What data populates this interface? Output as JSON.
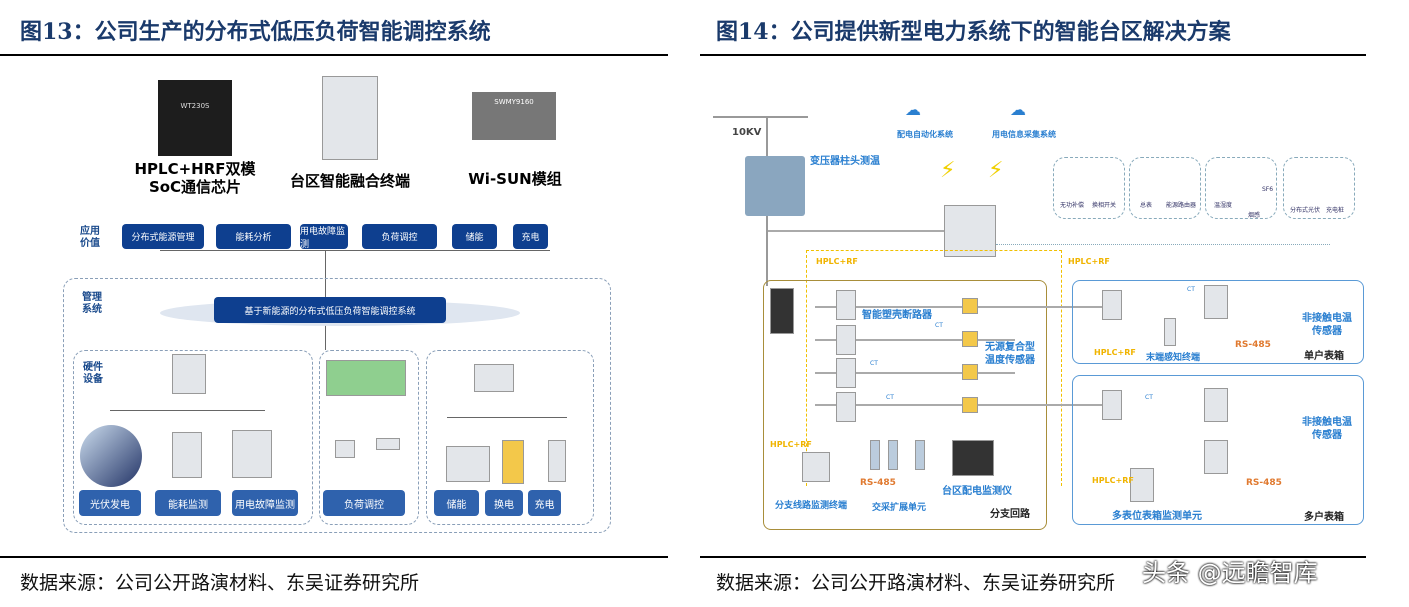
{
  "fig13": {
    "title": "图13：公司生产的分布式低压负荷智能调控系统",
    "products": [
      {
        "label1": "HPLC+HRF双模",
        "label2": "SoC通信芯片",
        "chip_text": "WT230S"
      },
      {
        "label1": "台区智能融合终端"
      },
      {
        "label1": "Wi-SUN模组",
        "chip_text": "SWMY9160"
      }
    ],
    "app_label": "应用\n价值",
    "app_items": [
      "分布式能源管理",
      "能耗分析",
      "用电故障监测",
      "负荷调控",
      "储能",
      "充电"
    ],
    "mgmt_label": "管理\n系统",
    "mgmt_system": "基于新能源的分布式低压负荷智能调控系统",
    "hw_label": "硬件\n设备",
    "hw_items": [
      "光伏发电",
      "能耗监测",
      "用电故障监测",
      "负荷调控",
      "储能",
      "换电",
      "充电"
    ],
    "source": "数据来源：公司公开路演材料、东吴证券研究所"
  },
  "fig14": {
    "title": "图14：公司提供新型电力系统下的智能台区解决方案",
    "voltage": "10KV",
    "transformer_temp": "变压器柱头测温",
    "systems": [
      "配电自动化系统",
      "用电信息采集系统"
    ],
    "devices": [
      "无功补偿",
      "换相开关",
      "总表",
      "能源路由器",
      "温湿度",
      "SF6",
      "烟感",
      "分布式光伏",
      "充电桩"
    ],
    "hplc": "HPLC+RF",
    "ct": "CT",
    "rs485": "RS-485",
    "labels": {
      "breaker": "智能塑壳断路器",
      "temp_sensor": "无源复合型\n温度传感器",
      "branch_terminal": "分支线路监测终端",
      "ac_unit": "交采扩展单元",
      "monitor": "台区配电监测仪",
      "branch_loop": "分支回路",
      "end_terminal": "末端感知终端",
      "single_box": "单户表箱",
      "noncontact": "非接触电温\n传感器",
      "multi_unit": "多表位表箱监测单元",
      "multi_box": "多户表箱"
    },
    "source": "数据来源：公司公开路演材料、东吴证券研究所"
  },
  "watermark": "头条 @远瞻智库"
}
